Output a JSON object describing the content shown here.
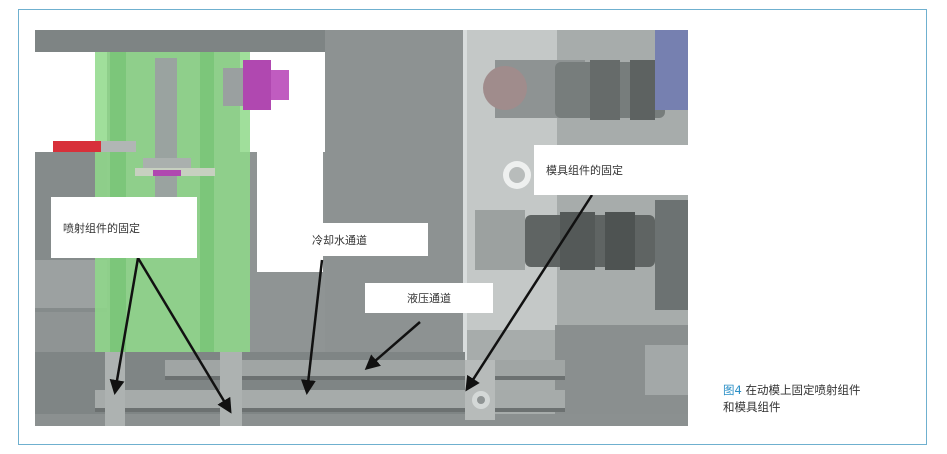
{
  "callouts": {
    "spray_fixing": "喷射组件的固定",
    "cooling_channel": "冷却水通道",
    "hydraulic_channel": "液压通道",
    "mold_fixing": "模具组件的固定"
  },
  "caption": {
    "number": "图4",
    "text": " 在动模上固定喷射组件和模具组件"
  },
  "colors": {
    "frame_border": "#6fb0cf",
    "caption_number": "#2b8fc6",
    "green_assembly": "#8fd98a",
    "magenta_fitting": "#b048b0",
    "red_rod": "#d8303a"
  }
}
